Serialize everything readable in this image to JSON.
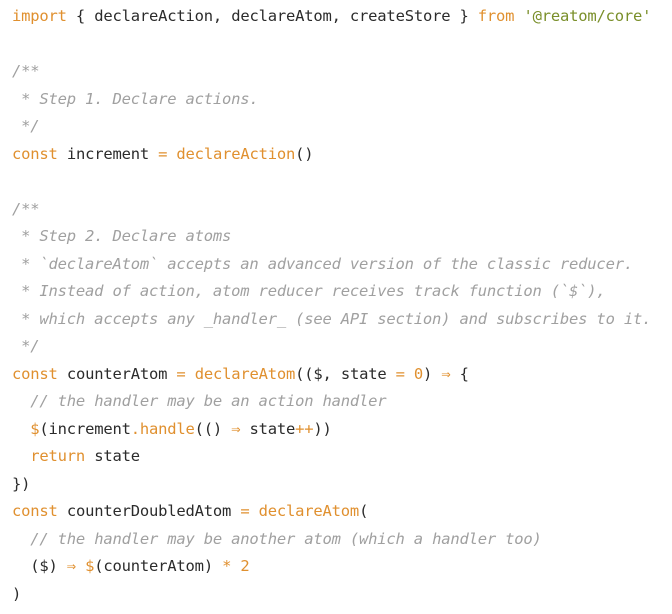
{
  "code": {
    "language": "javascript",
    "colors": {
      "keyword": "#e0902f",
      "function": "#e0902f",
      "operator": "#e0902f",
      "string": "#7a8f2a",
      "number": "#e0902f",
      "comment": "#a0a0a0",
      "identifier": "#2b2b2b",
      "background": "#ffffff"
    },
    "lines": [
      [
        [
          "kw",
          "import"
        ],
        [
          "pun",
          " { "
        ],
        [
          "id",
          "declareAction"
        ],
        [
          "pun",
          ", "
        ],
        [
          "id",
          "declareAtom"
        ],
        [
          "pun",
          ", "
        ],
        [
          "id",
          "createStore"
        ],
        [
          "pun",
          " } "
        ],
        [
          "kw",
          "from"
        ],
        [
          "pun",
          " "
        ],
        [
          "str",
          "'@reatom/core'"
        ]
      ],
      [],
      [
        [
          "com",
          "/**"
        ]
      ],
      [
        [
          "com",
          " * Step 1. Declare actions."
        ]
      ],
      [
        [
          "com",
          " */"
        ]
      ],
      [
        [
          "kw",
          "const"
        ],
        [
          "pun",
          " "
        ],
        [
          "id",
          "increment"
        ],
        [
          "pun",
          " "
        ],
        [
          "op",
          "="
        ],
        [
          "pun",
          " "
        ],
        [
          "fn",
          "declareAction"
        ],
        [
          "pun",
          "()"
        ]
      ],
      [],
      [
        [
          "com",
          "/**"
        ]
      ],
      [
        [
          "com",
          " * Step 2. Declare atoms"
        ]
      ],
      [
        [
          "com",
          " * `declareAtom` accepts an advanced version of the classic reducer."
        ]
      ],
      [
        [
          "com",
          " * Instead of action, atom reducer receives track function (`$`),"
        ]
      ],
      [
        [
          "com",
          " * which accepts any _handler_ (see API section) and subscribes to it."
        ]
      ],
      [
        [
          "com",
          " */"
        ]
      ],
      [
        [
          "kw",
          "const"
        ],
        [
          "pun",
          " "
        ],
        [
          "id",
          "counterAtom"
        ],
        [
          "pun",
          " "
        ],
        [
          "op",
          "="
        ],
        [
          "pun",
          " "
        ],
        [
          "fn",
          "declareAtom"
        ],
        [
          "pun",
          "(($, "
        ],
        [
          "id",
          "state"
        ],
        [
          "pun",
          " "
        ],
        [
          "op",
          "="
        ],
        [
          "pun",
          " "
        ],
        [
          "num",
          "0"
        ],
        [
          "pun",
          ") "
        ],
        [
          "op",
          "⇒"
        ],
        [
          "pun",
          " {"
        ]
      ],
      [
        [
          "pun",
          "  "
        ],
        [
          "com",
          "// the handler may be an action handler"
        ]
      ],
      [
        [
          "pun",
          "  "
        ],
        [
          "fn",
          "$"
        ],
        [
          "pun",
          "("
        ],
        [
          "id",
          "increment"
        ],
        [
          "op",
          "."
        ],
        [
          "fn",
          "handle"
        ],
        [
          "pun",
          "(() "
        ],
        [
          "op",
          "⇒"
        ],
        [
          "pun",
          " "
        ],
        [
          "id",
          "state"
        ],
        [
          "op",
          "++"
        ],
        [
          "pun",
          "))"
        ]
      ],
      [
        [
          "pun",
          "  "
        ],
        [
          "kw",
          "return"
        ],
        [
          "pun",
          " "
        ],
        [
          "id",
          "state"
        ]
      ],
      [
        [
          "pun",
          "})"
        ]
      ],
      [
        [
          "kw",
          "const"
        ],
        [
          "pun",
          " "
        ],
        [
          "id",
          "counterDoubledAtom"
        ],
        [
          "pun",
          " "
        ],
        [
          "op",
          "="
        ],
        [
          "pun",
          " "
        ],
        [
          "fn",
          "declareAtom"
        ],
        [
          "pun",
          "("
        ]
      ],
      [
        [
          "pun",
          "  "
        ],
        [
          "com",
          "// the handler may be another atom (which a handler too)"
        ]
      ],
      [
        [
          "pun",
          "  ($) "
        ],
        [
          "op",
          "⇒"
        ],
        [
          "pun",
          " "
        ],
        [
          "fn",
          "$"
        ],
        [
          "pun",
          "("
        ],
        [
          "id",
          "counterAtom"
        ],
        [
          "pun",
          ") "
        ],
        [
          "op",
          "*"
        ],
        [
          "pun",
          " "
        ],
        [
          "num",
          "2"
        ]
      ],
      [
        [
          "pun",
          ")"
        ]
      ]
    ]
  }
}
